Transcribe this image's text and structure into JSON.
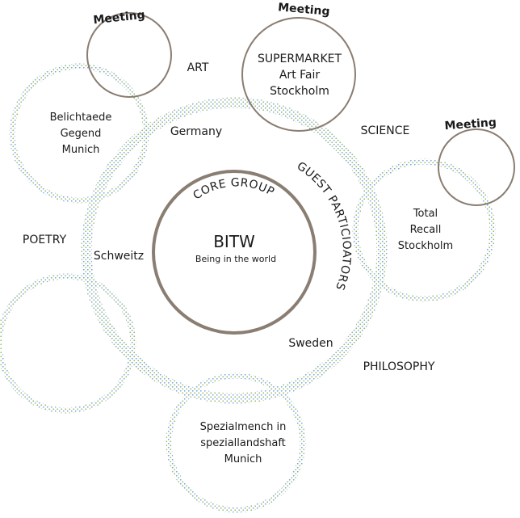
{
  "meetings": [
    "Meeting",
    "Meeting",
    "Meeting"
  ],
  "disciplines": {
    "art": "ART",
    "science": "SCIENCE",
    "poetry": "POETRY",
    "philosophy": "PHILOSOPHY"
  },
  "countries": {
    "germany": "Germany",
    "schweitz": "Schweitz",
    "sweden": "Sweden"
  },
  "nodes": {
    "belichtaede": [
      "Belichtaede",
      "Gegend",
      "Munich"
    ],
    "supermarket": [
      "SUPERMARKET",
      "Art Fair",
      "Stockholm"
    ],
    "totalrecall": [
      "Total",
      "Recall",
      "Stockholm"
    ],
    "spezialmench": [
      "Spezialmench in",
      "speziallandshaft",
      "Munich"
    ]
  },
  "core": {
    "arc_label": "CORE GROUP",
    "title": "BITW",
    "subtitle": "Being in the world"
  },
  "guest_label": "GUEST PARTICIOATORS",
  "colors": {
    "stroke_gray": "#8a7d72",
    "dot_green": "#9ab86a",
    "dot_blue": "#7aa6d8"
  }
}
